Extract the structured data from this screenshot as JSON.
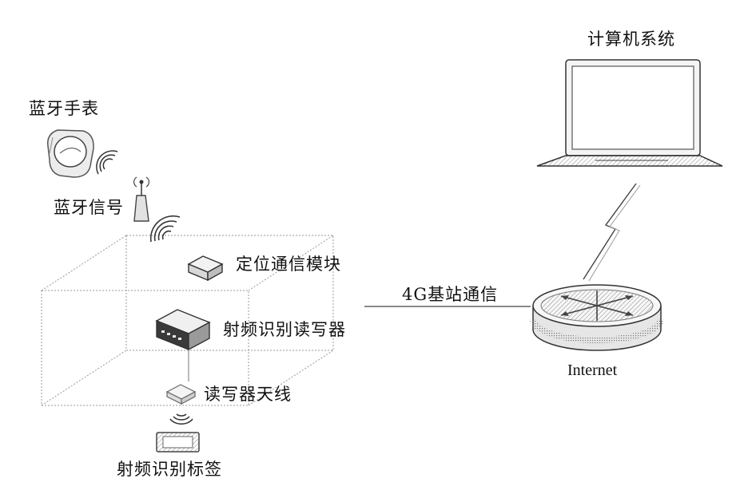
{
  "labels": {
    "computer_system": "计算机系统",
    "bluetooth_watch": "蓝牙手表",
    "bluetooth_signal": "蓝牙信号",
    "positioning_module": "定位通信模块",
    "link_4g": "4G基站通信",
    "rfid_reader": "射频识别读写器",
    "reader_antenna": "读写器天线",
    "rfid_tag": "射频识别标签",
    "internet": "Internet"
  }
}
